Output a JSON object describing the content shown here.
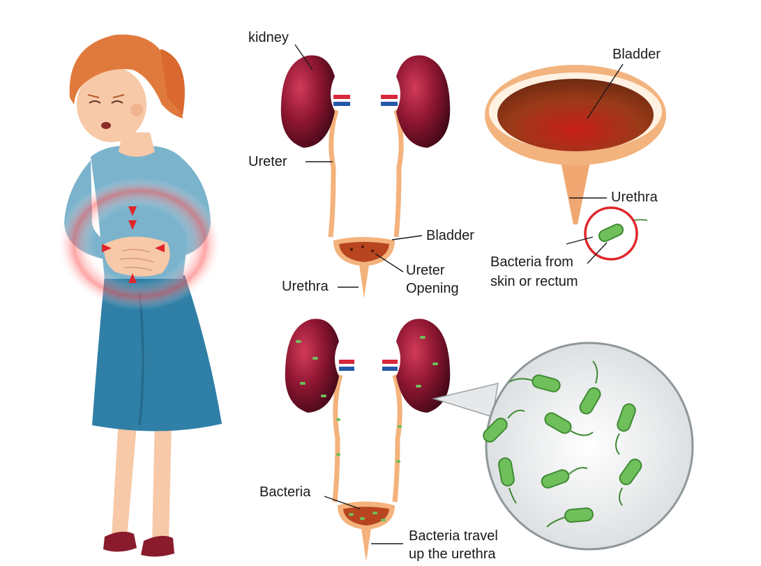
{
  "labels": {
    "kidney": "kidney",
    "ureter": "Ureter",
    "bladder_small": "Bladder",
    "ureter_opening_1": "Ureter",
    "ureter_opening_2": "Opening",
    "urethra_small": "Urethra",
    "bladder_large": "Bladder",
    "urethra_large": "Urethra",
    "bacteria_source_1": "Bacteria from",
    "bacteria_source_2": "skin or rectum",
    "bacteria": "Bacteria",
    "bacteria_travel_1": "Bacteria travel",
    "bacteria_travel_2": "up the urethra"
  },
  "colors": {
    "kidney_dark": "#4a0a1c",
    "kidney_mid": "#8e1631",
    "kidney_light": "#d23b5a",
    "ureter": "#f4b27c",
    "bladder_rim": "#e8a26a",
    "bladder_fill": "#b8451e",
    "bacteria": "#6fbf5b",
    "bacteria_dark": "#3f8a33",
    "artery": "#d8263a",
    "vein": "#2458a8",
    "callout": "#e0262a",
    "shirt": "#7bb3cc",
    "skirt": "#2f7fa6",
    "hair": "#e07a3c",
    "skin": "#f7c9a8",
    "shoes": "#8a1b2c",
    "pain": "#e0262a"
  },
  "icons": [
    "woman-figure-icon",
    "kidney-icon",
    "bladder-icon",
    "bacteria-icon",
    "magnifier-callout-icon",
    "pain-arrow-icon"
  ]
}
